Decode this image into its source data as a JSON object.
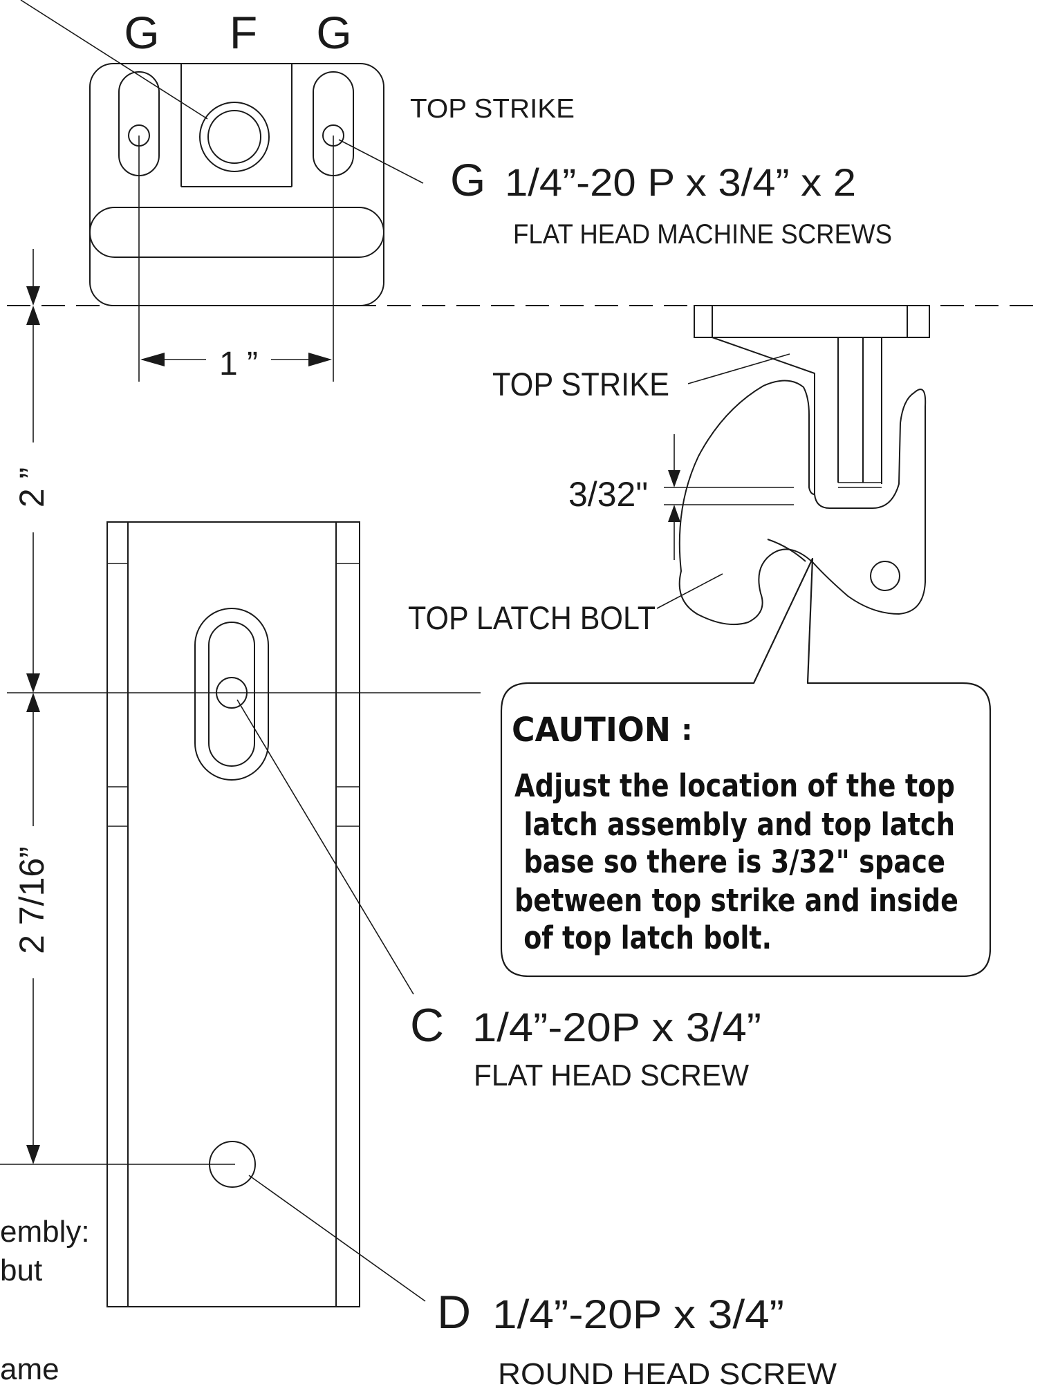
{
  "labels": {
    "g_left": "G",
    "f_top": "F",
    "g_right": "G",
    "top_strike_1": "TOP STRIKE",
    "screw_g_letter": "G",
    "screw_g_spec": "1/4”-20 P x 3/4” x 2",
    "screw_g_desc": "FLAT HEAD MACHINE SCREWS",
    "dim_1in": "1 ”",
    "top_strike_2": "TOP STRIKE",
    "dim_3_32": "3/32\"",
    "dim_2in": "2 ”",
    "top_latch_bolt": "TOP LATCH BOLT",
    "dim_2_7_16": "2 7/16”",
    "screw_c_letter": "C",
    "screw_c_spec": "1/4”-20P x 3/4”",
    "screw_c_desc": "FLAT HEAD SCREW",
    "screw_d_letter": "D",
    "screw_d_spec": "1/4”-20P x 3/4”",
    "screw_d_desc": "ROUND HEAD SCREW",
    "edge_text_1": "embly:",
    "edge_text_2": "but",
    "edge_text_3": "ame"
  },
  "caution": {
    "title": "CAUTION",
    "colon": ":",
    "lines": [
      "Adjust the location of the top",
      " latch assembly and top latch",
      " base so there is 3/32\" space",
      "between top strike and inside",
      " of top latch bolt."
    ]
  }
}
